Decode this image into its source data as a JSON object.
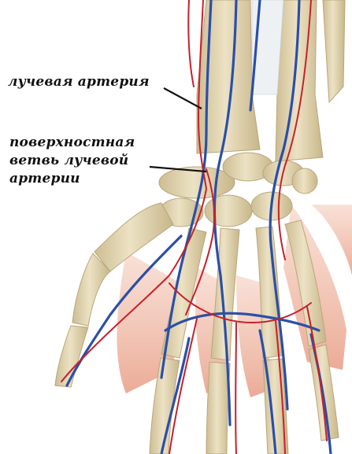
{
  "labels": {
    "radial_artery": "лучевая артерия",
    "superficial_branch": {
      "line1": "поверхностная",
      "line2": "ветвь лучевой",
      "line3": "артерии"
    }
  },
  "colors": {
    "background": "#ffffff",
    "bone": "#e3d6b4",
    "bone_shadow": "#c9b98e",
    "muscle": "#e9a48a",
    "artery": "#c8202b",
    "vein": "#2b4fa8",
    "label_text": "#111111",
    "leader_line": "#111111"
  }
}
